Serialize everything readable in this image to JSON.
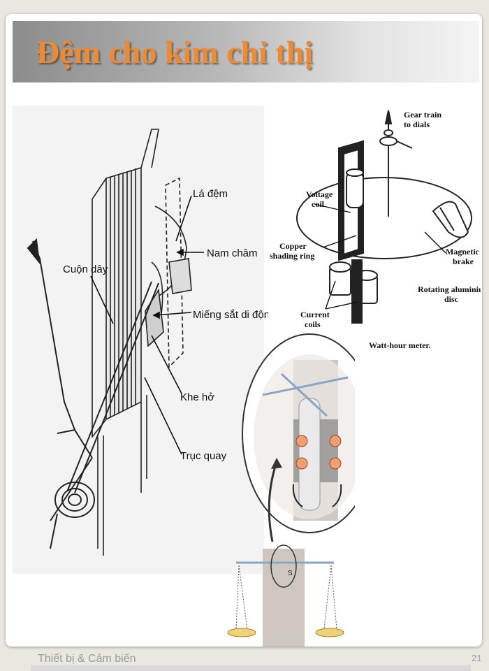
{
  "slide": {
    "title": "Đệm cho kim chỉ thị",
    "footer_text": "Thiết bị & Cảm biến",
    "page_number": "21"
  },
  "figure_left": {
    "labels": {
      "la_dem": "Lá đệm",
      "nam_cham": "Nam châm",
      "cuon_day": "Cuộn dây",
      "mieng_sat": "Miếng sắt di động",
      "khe_ho": "Khe hở",
      "truc_quay": "Trục quay"
    }
  },
  "figure_right_top": {
    "labels": {
      "gear_train_1": "Gear train",
      "gear_train_2": "to dials",
      "voltage_1": "Voltage",
      "voltage_2": "coil",
      "copper_1": "Copper",
      "copper_2": "shading ring",
      "magnetic_1": "Magnetic",
      "magnetic_2": "brake",
      "rotating_1": "Rotating aluminium",
      "rotating_2": "disc",
      "current_1": "Current",
      "current_2": "coils",
      "caption": "Watt-hour meter."
    }
  },
  "figure_right_bottom": {
    "labels": {
      "s": "S"
    }
  }
}
